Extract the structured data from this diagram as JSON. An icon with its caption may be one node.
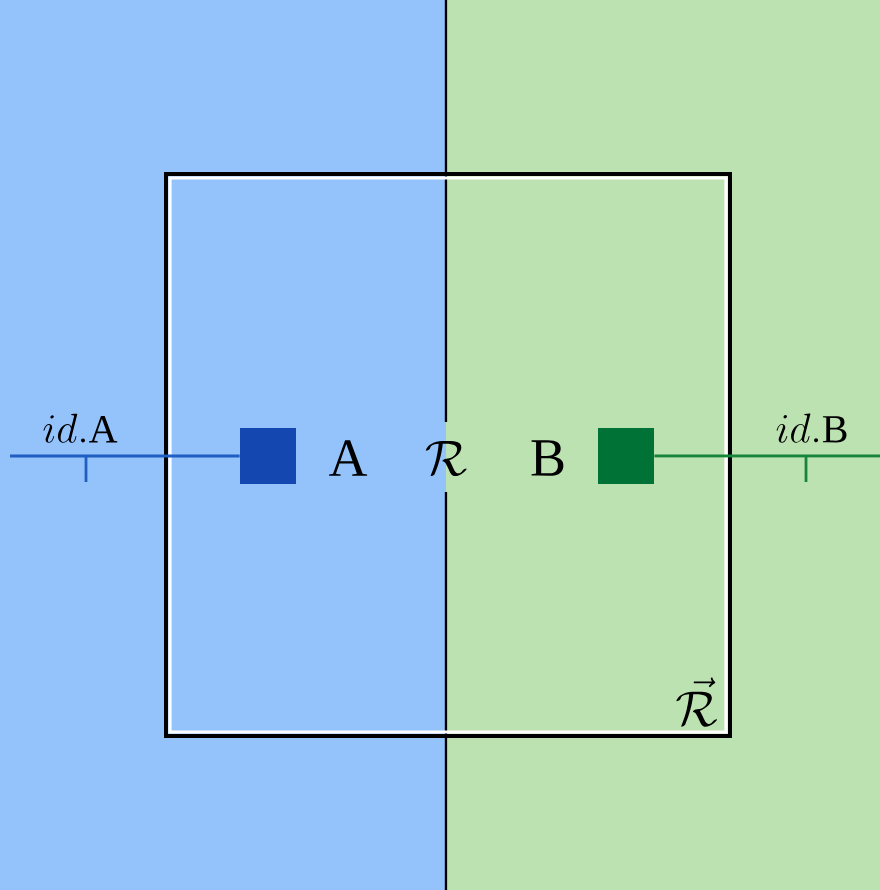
{
  "diagram": {
    "nodes": [
      {
        "text": [
          "\\vec{\\mathcal{R}}"
        ]
      },
      {
        "text": [],
        "shape": "box",
        "in": 0
      },
      {
        "text": [],
        "shape": "box",
        "in": 0
      }
    ],
    "edges": [
      {
        "from": null,
        "to": 1,
        "arrow": "none",
        "color": "#1f5fc0"
      },
      {
        "from": 2,
        "to": null,
        "arrow": "none",
        "color": "#17843c"
      }
    ],
    "labels": [
      "id.\\mathrm{A}",
      "\\mathrm{A}",
      "\\mathcal{R}",
      "\\mathrm{B}",
      "id.\\mathrm{B}"
    ]
  }
}
